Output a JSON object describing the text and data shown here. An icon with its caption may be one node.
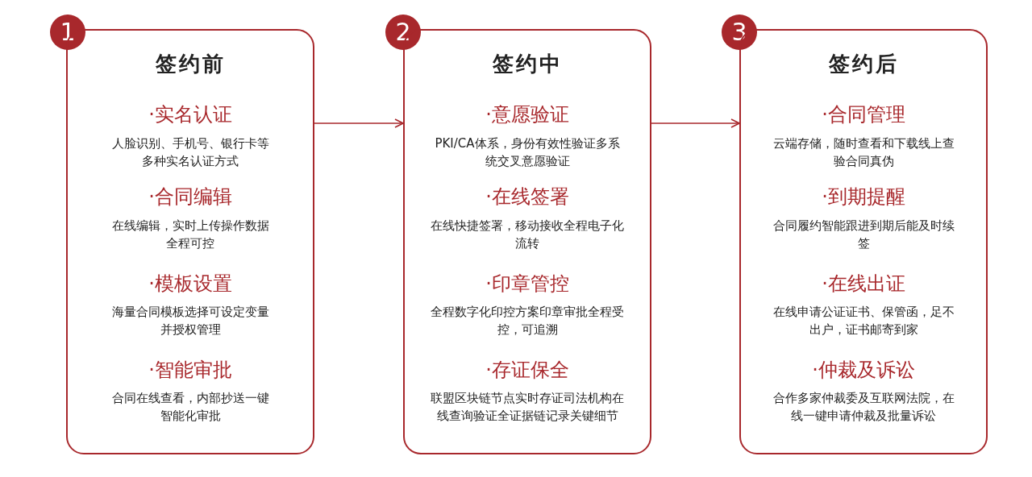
{
  "diagram": {
    "nodes": [
      {
        "text": [
          "1"
        ]
      },
      {
        "text": [
          "签约前",
          "·实名认证",
          "人脸识别、手机号、银行卡等多种实名认证方式",
          "·合同编辑",
          "在线编辑，实时上传操作数据全程可控",
          "·模板设置",
          "海量合同模板选择可设定变量并授权管理",
          "·智能审批",
          "合同在线查看，内部抄送一键智能化审批"
        ]
      },
      {
        "text": [
          "2"
        ]
      },
      {
        "text": [
          "签约中",
          "·意愿验证",
          "PKI/CA体系，身份有效性验证多系统交叉意愿验证",
          "·在线签署",
          "在线快捷签署，移动接收全程电子化流转",
          "·印章管控",
          "全程数字化印控方案印章审批全程受控，可追溯",
          "·存证保全",
          "联盟区块链节点实时存证司法机构在线查询验证全证据链记录关键细节"
        ]
      },
      {
        "text": [
          "3"
        ]
      },
      {
        "text": [
          "签约后",
          "·合同管理",
          "云端存储，随时查看和下载线上查验合同真伪",
          "·到期提醒",
          "合同履约智能跟进到期后能及时续签",
          "·在线出证",
          "在线申请公证证书、保管函，足不出户，证书邮寄到家",
          "·仲裁及诉讼",
          "合作多家仲裁委及互联网法院，在线一键申请仲裁及批量诉讼"
        ]
      }
    ],
    "edges": [
      {
        "from": 1,
        "to": 3,
        "arrow": "to"
      },
      {
        "from": 3,
        "to": 5,
        "arrow": "to"
      }
    ]
  }
}
